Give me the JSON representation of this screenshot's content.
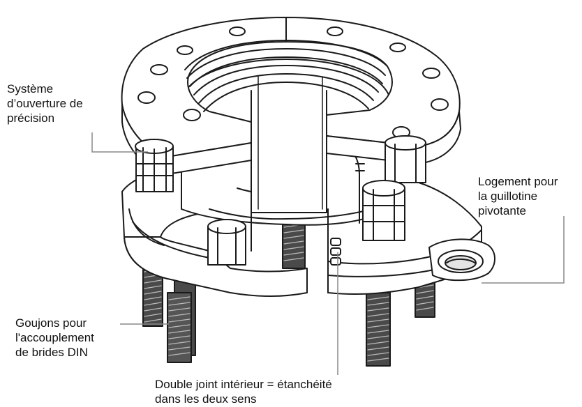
{
  "labels": {
    "precision_opening": "Système\nd’ouverture de\nprécision",
    "guillotine_housing": "Logement pour\nla guillotine\npivotante",
    "din_studs": "Goujons pour\nl'accouplement\nde brides DIN",
    "double_seal": "Double joint intérieur = étanchéité\ndans les deux sens"
  },
  "colors": {
    "line": "#1a1a1a",
    "fill": "#ffffff",
    "shade": "#d9d9d9",
    "thread": "#3a3a3a"
  }
}
